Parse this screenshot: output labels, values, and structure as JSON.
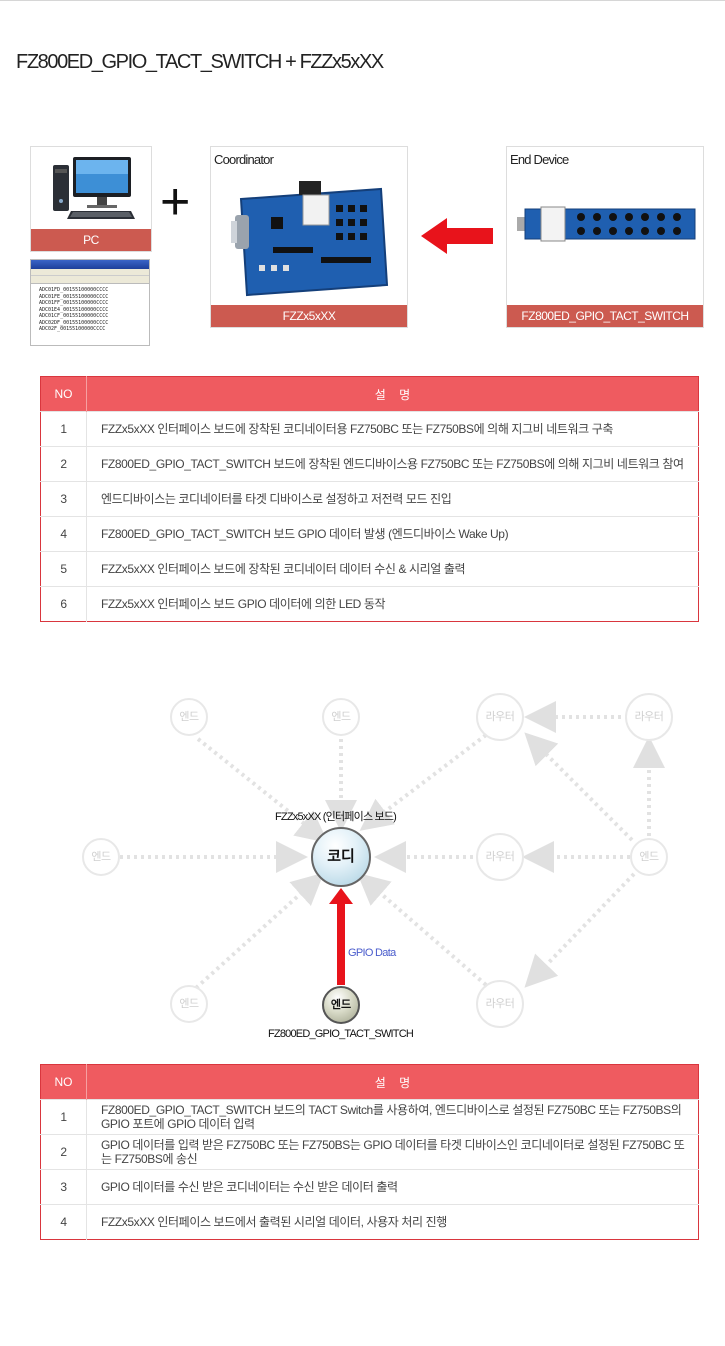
{
  "page": {
    "title": "FZ800ED_GPIO_TACT_SWITCH + FZZx5xXX"
  },
  "diagram": {
    "pc_label": "PC",
    "coordinator_heading": "Coordinator",
    "coordinator_label": "FZZx5xXX",
    "end_device_heading": "End Device",
    "end_device_label": "FZ800ED_GPIO_TACT_SWITCH",
    "terminal_lines": [
      "ADC01FD_00155100000CCCC",
      "ADC01FE_00155100000CCCC",
      "ADC01FF_00155100000CCCC",
      "ADC01E4_00155100000CCCC",
      "ADC01CF_00155100000CCCC",
      "ADC02DF_00155100000CCCC",
      "ADC02F_00155100000CCCC"
    ],
    "colors": {
      "label_bg": "#cc5a50",
      "arrow": "#e8131b"
    }
  },
  "table1": {
    "header_no": "NO",
    "header_desc": "설    명",
    "rows": [
      {
        "no": "1",
        "text": "FZZx5xXX 인터페이스 보드에 장착된 코디네이터용 FZ750BC 또는 FZ750BS에 의해 지그비 네트워크 구축"
      },
      {
        "no": "2",
        "text": "FZ800ED_GPIO_TACT_SWITCH 보드에 장착된 엔드디바이스용 FZ750BC 또는 FZ750BS에 의해 지그비 네트워크 참여"
      },
      {
        "no": "3",
        "text": "엔드디바이스는 코디네이터를 타겟 디바이스로 설정하고 저전력 모드 진입"
      },
      {
        "no": "4",
        "text": "FZ800ED_GPIO_TACT_SWITCH 보드 GPIO 데이터 발생 (엔드디바이스 Wake Up)"
      },
      {
        "no": "5",
        "text": "FZZx5xXX 인터페이스 보드에 장착된 코디네이터 데이터 수신 & 시리얼 출력"
      },
      {
        "no": "6",
        "text": "FZZx5xXX 인터페이스 보드 GPIO 데이터에 의한 LED 동작"
      }
    ]
  },
  "network": {
    "end_label": "엔드",
    "router_label": "라우터",
    "coordinator_node": "코디",
    "coordinator_caption": "FZZx5xXX (인터페이스 보드)",
    "active_end": "엔드",
    "active_end_caption": "FZ800ED_GPIO_TACT_SWITCH",
    "data_label": "GPIO Data",
    "colors": {
      "active_arrow": "#e8131b",
      "dotted": "#e2e2e2"
    }
  },
  "table2": {
    "header_no": "NO",
    "header_desc": "설    명",
    "rows": [
      {
        "no": "1",
        "text": "FZ800ED_GPIO_TACT_SWITCH 보드의 TACT Switch를 사용하여, 엔드디바이스로 설정된 FZ750BC 또는 FZ750BS의 GPIO 포트에 GPIO 데이터 입력"
      },
      {
        "no": "2",
        "text": "GPIO 데이터를 입력 받은 FZ750BC 또는 FZ750BS는 GPIO 데이터를 타겟 디바이스인 코디네이터로 설정된 FZ750BC 또는 FZ750BS에 송신"
      },
      {
        "no": "3",
        "text": "GPIO 데이터를 수신 받은 코디네이터는 수신 받은 데이터 출력"
      },
      {
        "no": "4",
        "text": "FZZx5xXX 인터페이스 보드에서 출력된 시리얼 데이터, 사용자 처리 진행"
      }
    ]
  }
}
